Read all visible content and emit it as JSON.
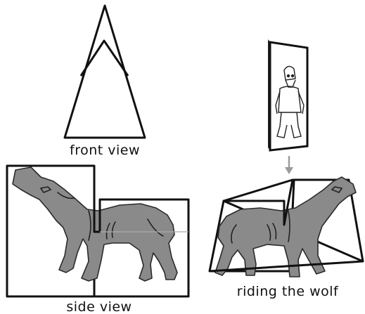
{
  "labels": {
    "front": "front view",
    "side": "side view",
    "riding": "riding the wolf"
  },
  "colors": {
    "wolf_fill": "#8a8a8a",
    "outline": "#111111",
    "arrow": "#9a9a9a",
    "background": "#ffffff"
  }
}
